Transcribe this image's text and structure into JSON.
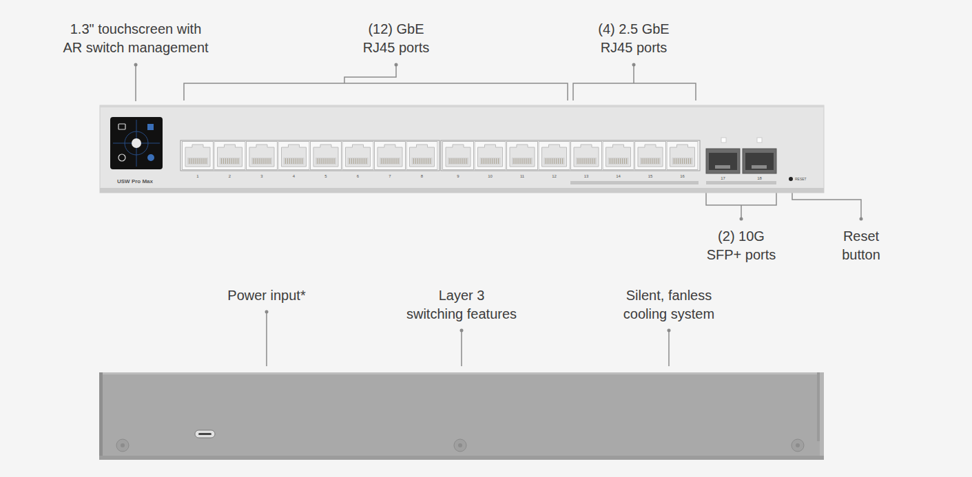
{
  "diagram": {
    "labels": [
      "1.3\" touchscreen with AR switch management",
      "(12) GbE RJ45 ports",
      "(4) 2.5 GbE RJ45 ports",
      "USW Pro Max",
      "1",
      "2",
      "3",
      "4",
      "5",
      "6",
      "7",
      "8",
      "9",
      "10",
      "11",
      "12",
      "13",
      "14",
      "15",
      "16",
      "17",
      "18",
      "RESET",
      "(2) 10G SFP+ ports",
      "Reset button",
      "Power input*",
      "Layer 3 switching features",
      "Silent, fanless cooling system"
    ]
  }
}
